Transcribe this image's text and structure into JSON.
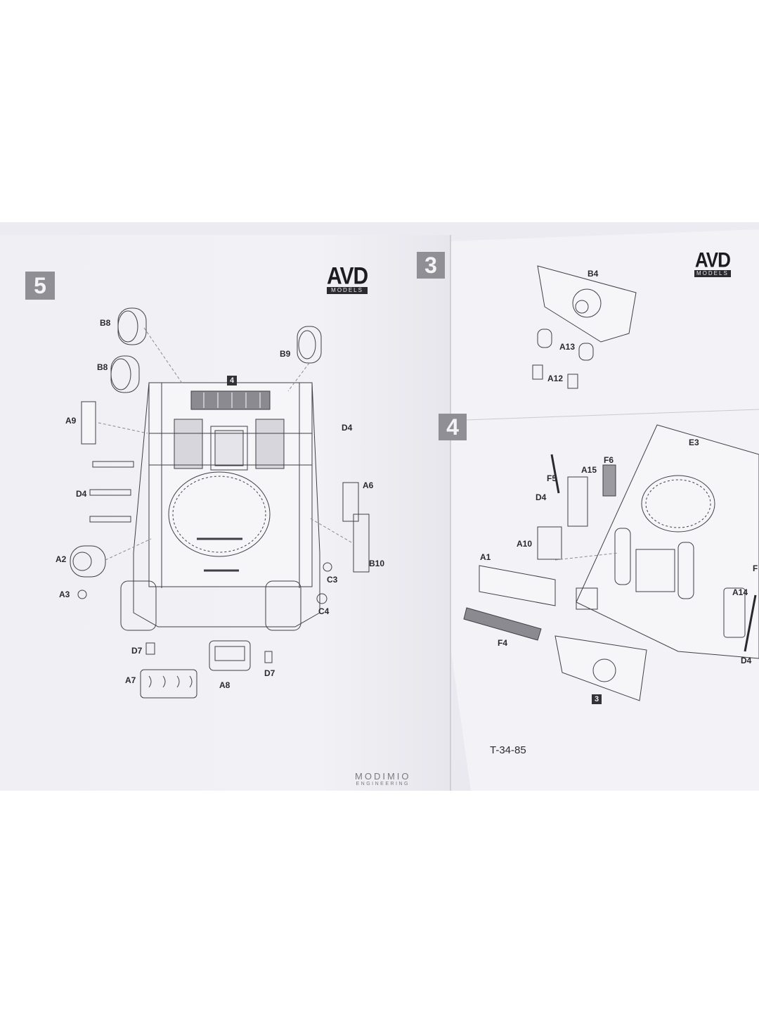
{
  "left_page": {
    "step_number": "5",
    "brand": {
      "name": "AVD",
      "sub": "MODELS"
    },
    "assembly_ref": "4",
    "part_labels": [
      "B8",
      "B8",
      "B9",
      "A9",
      "D4",
      "D4",
      "A6",
      "A2",
      "B10",
      "C3",
      "A3",
      "C4",
      "D7",
      "D7",
      "A7",
      "A8"
    ],
    "footer": {
      "line1": "MODIMIO",
      "line2": "ENGINEERING"
    }
  },
  "right_page": {
    "step_number_top": "3",
    "step_number_mid": "4",
    "brand": {
      "name": "AVD",
      "sub": "MODELS"
    },
    "part_labels_top": [
      "B4",
      "A13",
      "A12"
    ],
    "part_labels_mid": [
      "E3",
      "F6",
      "A15",
      "F5",
      "D4",
      "A10",
      "A1",
      "F4",
      "A14",
      "D4",
      "F"
    ],
    "assembly_ref": "3",
    "model_name": "T-34-85"
  },
  "colors": {
    "paper": "#f1f1f5",
    "line_art": "#3a3a40",
    "badge": "#8f8f95"
  }
}
